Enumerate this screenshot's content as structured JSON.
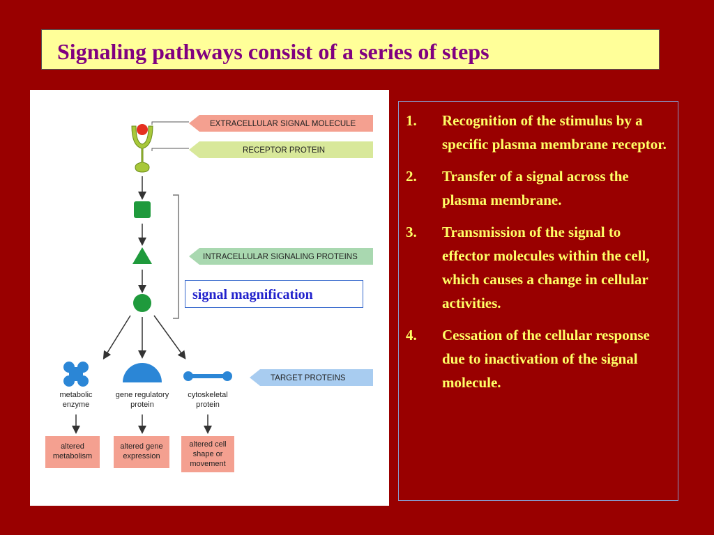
{
  "title": "Signaling pathways consist of a series of steps",
  "figure": {
    "labels": {
      "extracellular": "EXTRACELLULAR SIGNAL MOLECULE",
      "receptor": "RECEPTOR PROTEIN",
      "intracellular": "INTRACELLULAR SIGNALING PROTEINS",
      "target": "TARGET PROTEINS"
    },
    "targets": [
      {
        "name_line1": "metabolic",
        "name_line2": "enzyme",
        "effect_line1": "altered",
        "effect_line2": "metabolism",
        "effect_line3": ""
      },
      {
        "name_line1": "gene regulatory",
        "name_line2": "protein",
        "effect_line1": "altered gene",
        "effect_line2": "expression",
        "effect_line3": ""
      },
      {
        "name_line1": "cytoskeletal",
        "name_line2": "protein",
        "effect_line1": "altered cell",
        "effect_line2": "shape or",
        "effect_line3": "movement"
      }
    ],
    "magnification_label": "signal magnification"
  },
  "steps": [
    {
      "num": "1.",
      "text": "Recognition of the stimulus by a specific plasma membrane receptor."
    },
    {
      "num": "2.",
      "text": "Transfer of a signal across the plasma membrane."
    },
    {
      "num": "3.",
      "text": "Transmission of  the signal to effector molecules within the cell, which causes a change in cellular activities."
    },
    {
      "num": "4.",
      "text": "Cessation of  the cellular response due to inactivation of the signal molecule."
    }
  ],
  "colors": {
    "background": "#990000",
    "title_box": "#ffff99",
    "title_text": "#800080",
    "steps_text": "#ffff66",
    "signal_molecule": "#e53020",
    "receptor": "#a8c83a",
    "intracellular_protein": "#1f9a3c",
    "target_protein": "#2b86d6"
  }
}
